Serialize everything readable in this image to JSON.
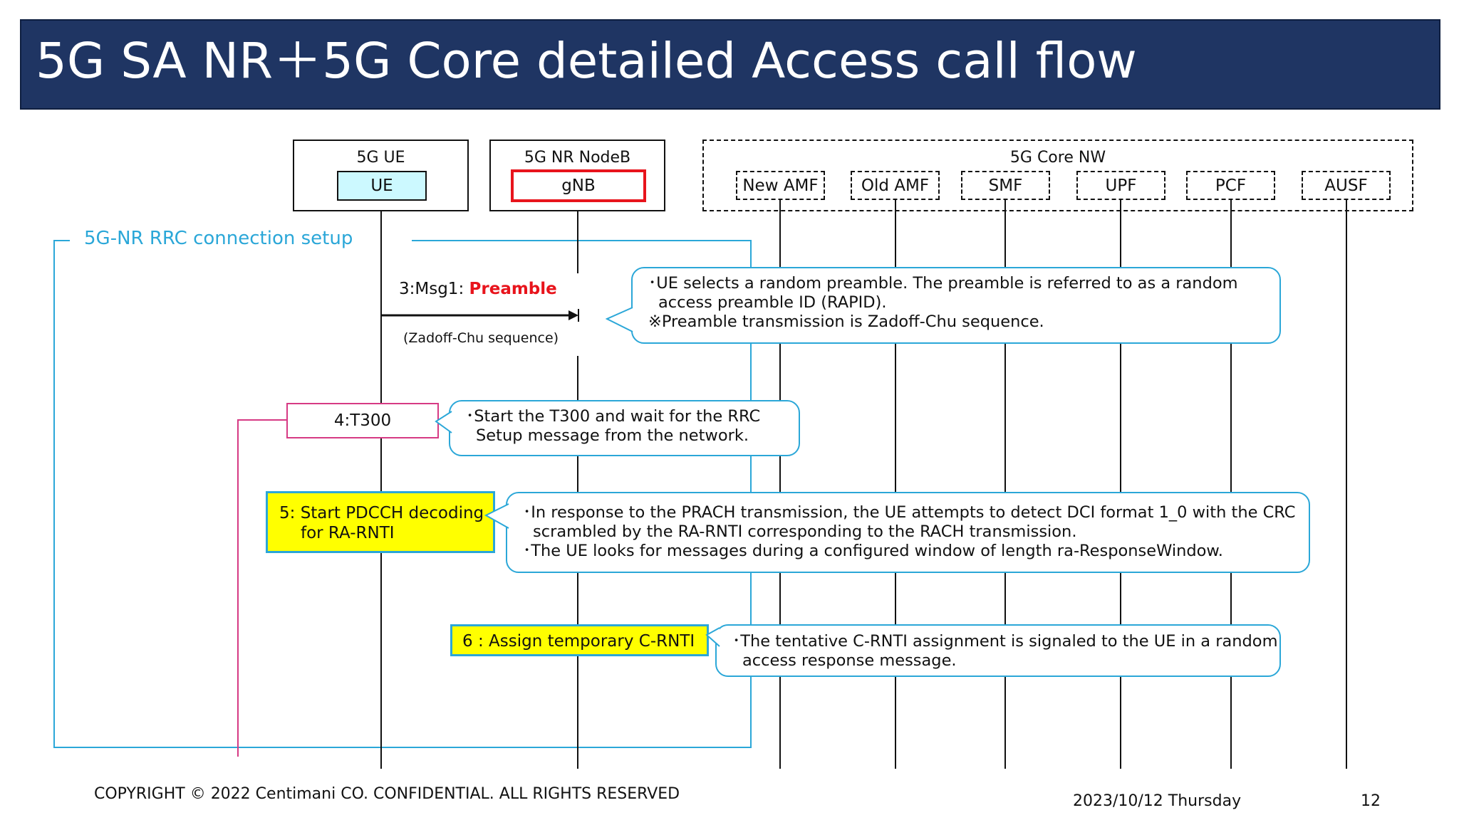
{
  "title": "5G SA NR＋5G Core detailed Access call flow",
  "nodes": {
    "ue": {
      "caption": "5G  UE",
      "label": "UE"
    },
    "gnb": {
      "caption": "5G NR NodeB",
      "label": "gNB"
    },
    "core": {
      "caption": "5G Core NW",
      "functions": [
        "New AMF",
        "Old AMF",
        "SMF",
        "UPF",
        "PCF",
        "AUSF"
      ]
    }
  },
  "section_label": "5G-NR RRC connection setup",
  "step3": {
    "prefix": "3:Msg1: ",
    "highlight": "Preamble",
    "sublabel": "(Zadoff-Chu sequence)",
    "note": [
      "･UE selects a random preamble. The preamble is referred to as a random",
      "access preamble ID (RAPID).",
      "※Preamble transmission is Zadoff-Chu sequence."
    ]
  },
  "step4": {
    "label": "4:T300",
    "note": [
      "･Start the T300 and wait for the RRC",
      "Setup message from the network."
    ]
  },
  "step5": {
    "label": [
      "5: Start PDCCH decoding",
      "for RA-RNTI"
    ],
    "note": [
      "･In response to the PRACH transmission, the UE attempts to detect DCI format 1_0 with the CRC",
      "scrambled by the RA-RNTI corresponding to the RACH transmission.",
      "･The UE looks for messages during a configured window of length ra-ResponseWindow."
    ]
  },
  "step6": {
    "label": "6 : Assign temporary C-RNTI",
    "note": [
      "･The tentative C-RNTI assignment is signaled to the UE in a random",
      "access response message."
    ]
  },
  "footer": {
    "copyright": "COPYRIGHT © 2022 Centimani CO. CONFIDENTIAL. ALL RIGHTS RESERVED",
    "date": "2023/10/12 Thursday",
    "page": "12"
  },
  "colors": {
    "header_bg": "#1f3563",
    "section_border": "#2ba7d8",
    "callout_border": "#2ba7d8",
    "highlight_fill": "#ffff00",
    "ue_fill": "#ccf9ff",
    "gnb_border": "#e8141c",
    "preamble_text": "#e8141c",
    "t300_border": "#d63a84"
  }
}
